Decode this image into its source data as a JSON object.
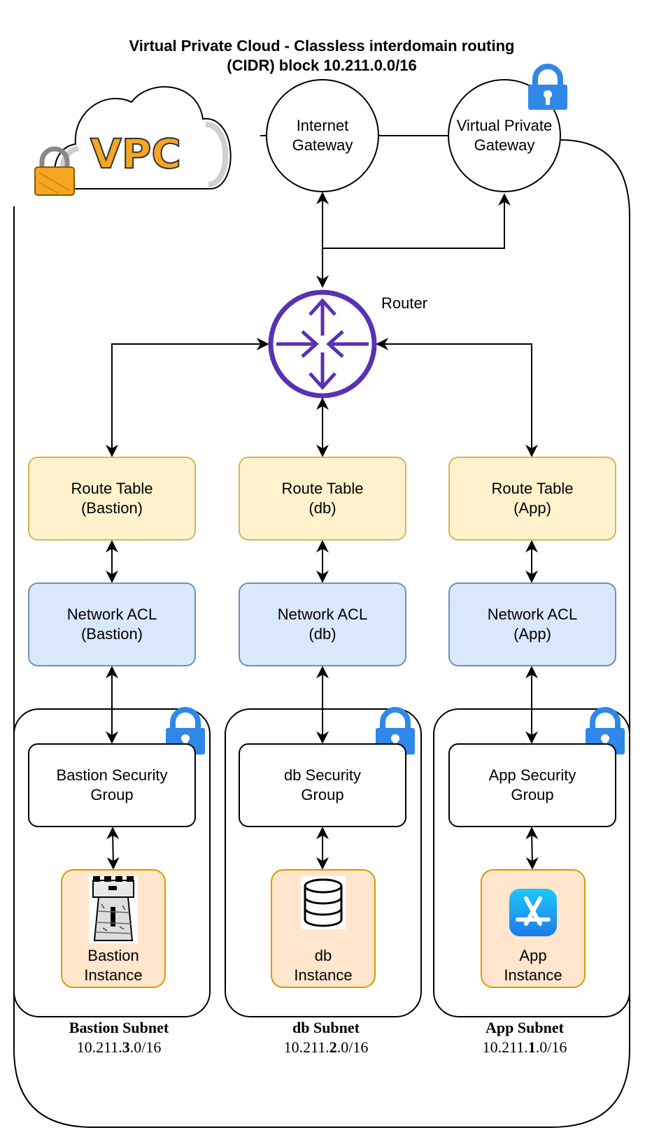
{
  "title": "Virtual Private Cloud - Classless interdomain routing (CIDR) block 10.211.0.0/16",
  "vpc_logo": "VPC",
  "internet_gateway": "Internet Gateway",
  "virtual_private_gateway": "Virtual Private Gateway",
  "router_label": "Router",
  "columns": [
    {
      "route_table": [
        "Route Table",
        "(Bastion)"
      ],
      "network_acl": [
        "Network ACL",
        "(Bastion)"
      ],
      "security_group": [
        "Bastion Security",
        "Group"
      ],
      "instance": [
        "Bastion",
        "Instance"
      ],
      "instance_icon": "castle-tower-icon",
      "subnet_name": "Bastion Subnet",
      "subnet_cidr_pre": "10.211.",
      "subnet_cidr_octet": "3",
      "subnet_cidr_post": ".0/16"
    },
    {
      "route_table": [
        "Route Table",
        "(db)"
      ],
      "network_acl": [
        "Network ACL",
        "(db)"
      ],
      "security_group": [
        "db Security",
        "Group"
      ],
      "instance": [
        "db",
        "Instance"
      ],
      "instance_icon": "database-icon",
      "subnet_name": "db Subnet",
      "subnet_cidr_pre": "10.211.",
      "subnet_cidr_octet": "2",
      "subnet_cidr_post": ".0/16"
    },
    {
      "route_table": [
        "Route Table",
        "(App)"
      ],
      "network_acl": [
        "Network ACL",
        "(App)"
      ],
      "security_group": [
        "App Security",
        "Group"
      ],
      "instance": [
        "App",
        "Instance"
      ],
      "instance_icon": "app-store-icon",
      "subnet_name": "App Subnet",
      "subnet_cidr_pre": "10.211.",
      "subnet_cidr_octet": "1",
      "subnet_cidr_post": ".0/16"
    }
  ],
  "colors": {
    "router": "#5a30b5",
    "route_table_fill": "#fff2cc",
    "route_table_stroke": "#d6b656",
    "acl_fill": "#dae8fc",
    "acl_stroke": "#6c8ebf",
    "instance_fill": "#ffe6cc",
    "instance_stroke": "#d79b00",
    "lock_blue": "#2f88e8",
    "lock_orange": "#f5a623",
    "vpc_text": "#f5a623"
  }
}
